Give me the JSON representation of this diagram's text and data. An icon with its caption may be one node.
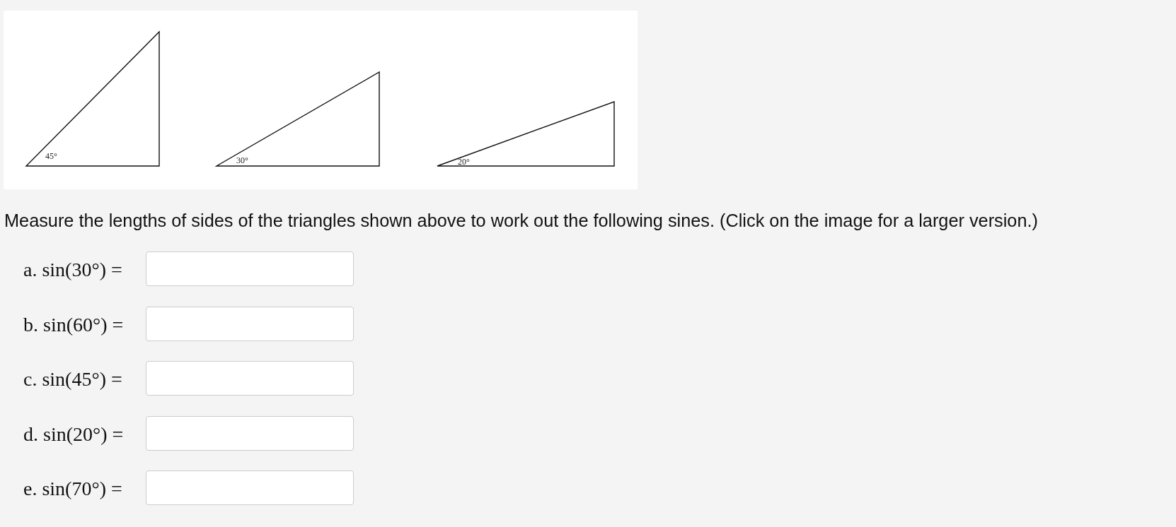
{
  "diagram": {
    "nodes": [
      {
        "text": [
          "45°"
        ]
      },
      {
        "text": [
          "30°"
        ]
      },
      {
        "text": [
          "20°"
        ]
      }
    ],
    "labels": [
      "Measure the lengths of sides of the triangles shown above to work out the following sines. (Click on the image for a larger version.)",
      "a. sin(30°) =",
      "b. sin(60°) =",
      "c. sin(45°) =",
      "d. sin(20°) =",
      "e. sin(70°) ="
    ]
  }
}
